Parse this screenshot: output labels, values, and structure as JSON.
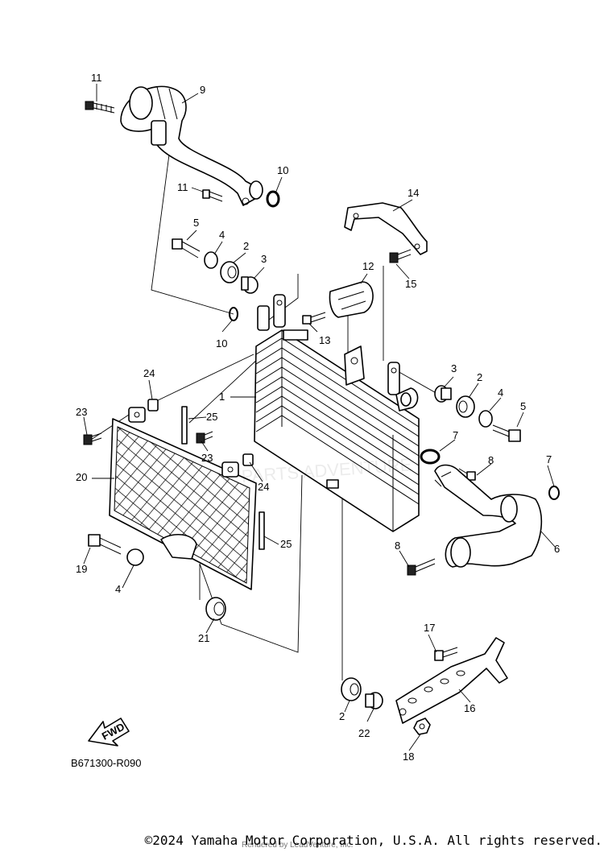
{
  "diagram": {
    "catalog_code": "B671300-R090",
    "fwd_label": "FWD",
    "callouts": [
      "11",
      "9",
      "10",
      "11",
      "5",
      "4",
      "2",
      "3",
      "12",
      "14",
      "15",
      "10",
      "13",
      "24",
      "1",
      "3",
      "2",
      "4",
      "5",
      "23",
      "25",
      "7",
      "8",
      "7",
      "20",
      "23",
      "24",
      "25",
      "6",
      "8",
      "19",
      "4",
      "21",
      "17",
      "16",
      "2",
      "22",
      "18"
    ],
    "watermark": "PARTS ADVENTURE"
  },
  "footer": {
    "copyright": "©2024 Yamaha Motor Corporation, U.S.A. All rights reserved.",
    "rendered_by": "Rendered by LeadVenture, Inc."
  }
}
